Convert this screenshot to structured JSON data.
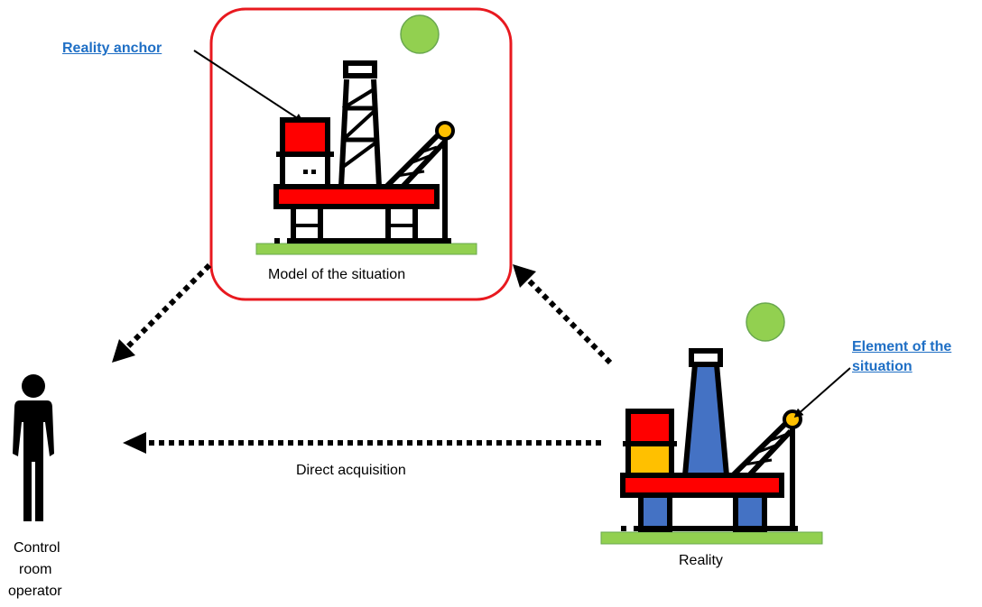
{
  "labels": {
    "reality_anchor": "Reality anchor",
    "model_caption": "Model of the situation",
    "element_line1": "Element of the",
    "element_line2": "situation",
    "direct_acquisition": "Direct acquisition",
    "reality": "Reality",
    "operator_line1": "Control",
    "operator_line2": "room",
    "operator_line3": "operator"
  },
  "icons": {
    "model_platform": "offshore-platform-icon",
    "reality_platform": "offshore-platform-icon",
    "operator": "person-icon",
    "status_dot": "green-circle-icon"
  },
  "colors": {
    "model_frame": "#e8191f",
    "link_text": "#1f6fc5",
    "platform_red": "#ff0000",
    "platform_blue": "#4472c4",
    "platform_yellow": "#ffc000",
    "ground_green": "#92d050",
    "status_green": "#92d050"
  }
}
